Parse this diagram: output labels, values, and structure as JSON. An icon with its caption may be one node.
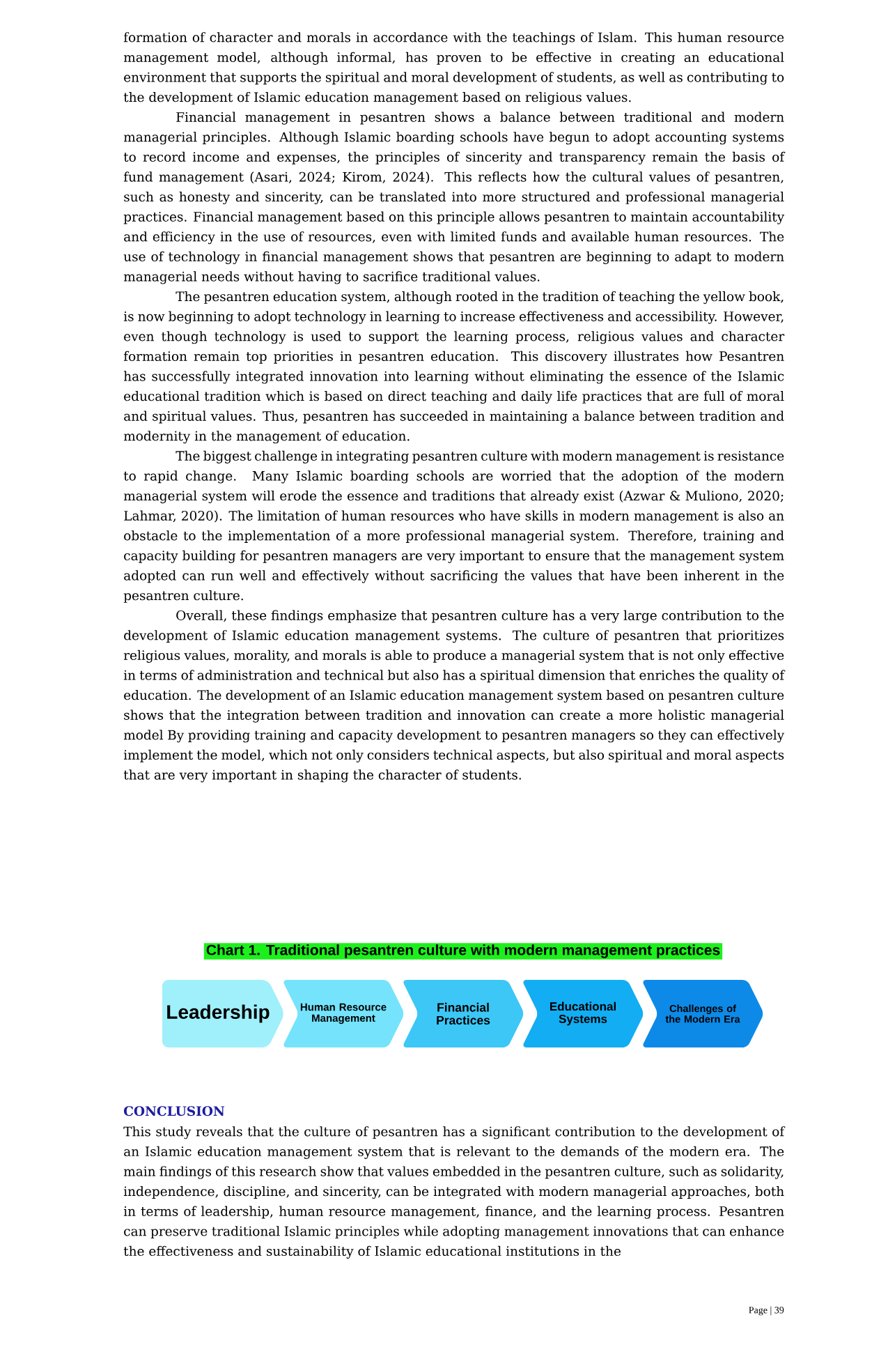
{
  "diagram": {
    "title": "Chart 1. Traditional pesantren culture with modern management practices",
    "nodes": [
      {
        "text": [
          "Leadership"
        ]
      },
      {
        "text": [
          "Human Resource Management"
        ]
      },
      {
        "text": [
          "Financial Practices"
        ]
      },
      {
        "text": [
          "Educational Systems"
        ]
      },
      {
        "text": [
          "Challenges of the Modern Era"
        ]
      }
    ],
    "labels": [
      "formation of character and morals in accordance with the teachings of Islam. This human resource management model, although informal, has proven to be effective in creating an educational environment that supports the spiritual and moral development of students, as well as contributing to the development of Islamic education management based on religious values.",
      "Financial management in pesantren shows a balance between traditional and modern managerial principles. Although Islamic boarding schools have begun to adopt accounting systems to record income and expenses, the principles of sincerity and transparency remain the basis of fund management (Asari, 2024; Kirom, 2024). This reflects how the cultural values of pesantren, such as honesty and sincerity, can be translated into more structured and professional managerial practices. Financial management based on this principle allows pesantren to maintain accountability and efficiency in the use of resources, even with limited funds and available human resources. The use of technology in financial management shows that pesantren are beginning to adapt to modern managerial needs without having to sacrifice traditional values.",
      "The pesantren education system, although rooted in the tradition of teaching the yellow book, is now beginning to adopt technology in learning to increase effectiveness and accessibility. However, even though technology is used to support the learning process, religious values and character formation remain top priorities in pesantren education. This discovery illustrates how Pesantren has successfully integrated innovation into learning without eliminating the essence of the Islamic educational tradition which is based on direct teaching and daily life practices that are full of moral and spiritual values. Thus, pesantren has succeeded in maintaining a balance between tradition and modernity in the management of education.",
      "The biggest challenge in integrating pesantren culture with modern management is resistance to rapid change. Many Islamic boarding schools are worried that the adoption of the modern managerial system will erode the essence and traditions that already exist (Azwar & Muliono, 2020; Lahmar, 2020). The limitation of human resources who have skills in modern management is also an obstacle to the implementation of a more professional managerial system. Therefore, training and capacity building for pesantren managers are very important to ensure that the management system adopted can run well and effectively without sacrificing the values that have been inherent in the pesantren culture.",
      "Overall, these findings emphasize that pesantren culture has a very large contribution to the development of Islamic education management systems. The culture of pesantren that prioritizes religious values, morality, and morals is able to produce a managerial system that is not only effective in terms of administration and technical but also has a spiritual dimension that enriches the quality of education. The development of an Islamic education management system based on pesantren culture shows that the integration between tradition and innovation can create a more holistic managerial model By providing training and capacity development to pesantren managers so they can effectively implement the model, which not only considers technical aspects, but also spiritual and moral aspects that are very important in shaping the character of students.",
      "CONCLUSION",
      "This study reveals that the culture of pesantren has a significant contribution to the development of an Islamic education management system that is relevant to the demands of the modern era. The main findings of this research show that values embedded in the pesantren culture, such as solidarity, independence, discipline, and sincerity, can be integrated with modern managerial approaches, both in terms of leadership, human resource management, finance, and the learning process. Pesantren can preserve traditional Islamic principles while adopting management innovations that can enhance the effectiveness and sustainability of Islamic educational institutions in the",
      "Page | 39"
    ]
  }
}
